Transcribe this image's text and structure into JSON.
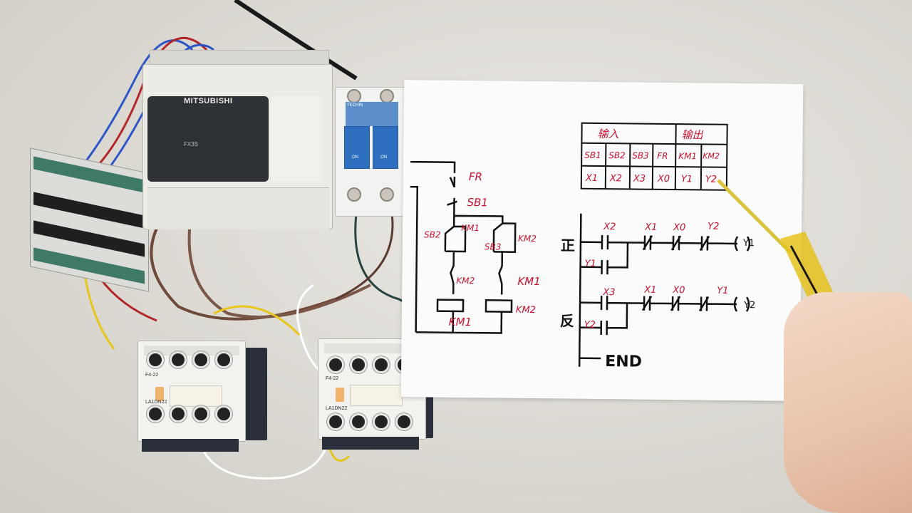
{
  "plc": {
    "brand": "MITSUBISHI",
    "model": "FX3S"
  },
  "breaker": {
    "brand": "TECHIN",
    "left_label": "ON",
    "right_label": "ON"
  },
  "contactors": [
    {
      "code": "F4-22",
      "model": "LA1DN22"
    },
    {
      "code": "F4-22",
      "model": "LA1DN22"
    }
  ],
  "io_table": {
    "input_header": "输入",
    "output_header": "输出",
    "signals": [
      "SB1",
      "SB2",
      "SB3",
      "FR",
      "KM1",
      "KM2"
    ],
    "addresses": [
      "X1",
      "X2",
      "X3",
      "X0",
      "Y1",
      "Y2"
    ]
  },
  "relay_circuit": {
    "contacts": [
      "FR",
      "SB1",
      "SB2",
      "KM1",
      "SB3",
      "KM2",
      "KM2",
      "KM1"
    ],
    "coils": [
      "KM1",
      "KM2"
    ]
  },
  "ladder": {
    "rung1_label": "正",
    "rung1_contacts": [
      "X2",
      "X1",
      "X0",
      "Y2"
    ],
    "rung1_hold": "Y1",
    "rung1_coil": "Y1",
    "rung2_label": "反",
    "rung2_contacts": [
      "X3",
      "X1",
      "X0",
      "Y1"
    ],
    "rung2_hold": "Y2",
    "rung2_coil": "Y2",
    "end_label": "END"
  },
  "colors": {
    "ink_red": "#c8102e",
    "ink_black": "#111111",
    "pen_yellow": "#e5c21c"
  }
}
